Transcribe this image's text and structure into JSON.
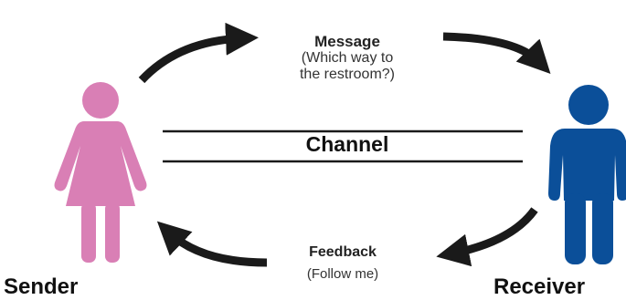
{
  "diagram": {
    "message": {
      "title": "Message",
      "line1": "(Which way to",
      "line2": "the restroom?)"
    },
    "channel": "Channel",
    "feedback": {
      "title": "Feedback",
      "subtitle": "(Follow me)"
    },
    "sender": "Sender",
    "receiver": "Receiver"
  },
  "colors": {
    "sender": "#d97fb5",
    "receiver": "#0b4f99",
    "arrow": "#1a1a1a",
    "line": "#1a1a1a"
  }
}
